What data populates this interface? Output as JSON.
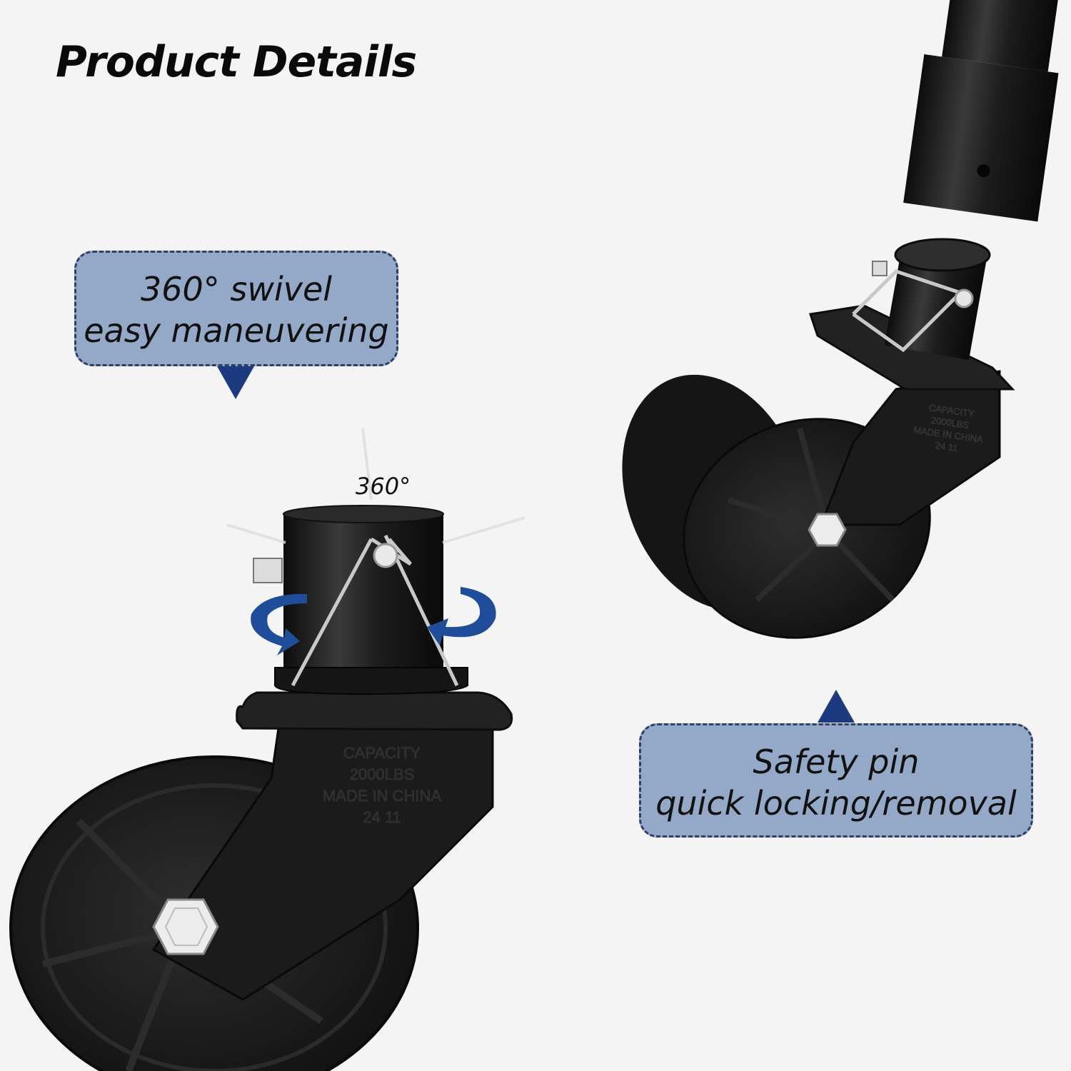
{
  "title": "Product Details",
  "callouts": {
    "swivel": {
      "line1": "360° swivel",
      "line2": "easy maneuvering"
    },
    "pin": {
      "line1": "Safety pin",
      "line2": "quick locking/removal"
    }
  },
  "swivel_label": "360°",
  "plate_text": {
    "line1": "CAPACITY",
    "line2": "2000LBS",
    "line3": "MADE IN CHINA",
    "line4": "24 11"
  },
  "colors": {
    "callout_fill": "#93a9c7",
    "callout_border": "#2f3f6a",
    "pointer": "#1c3a80",
    "arrow_blue": "#1f4d9a",
    "product_black": "#1b1b1b"
  }
}
